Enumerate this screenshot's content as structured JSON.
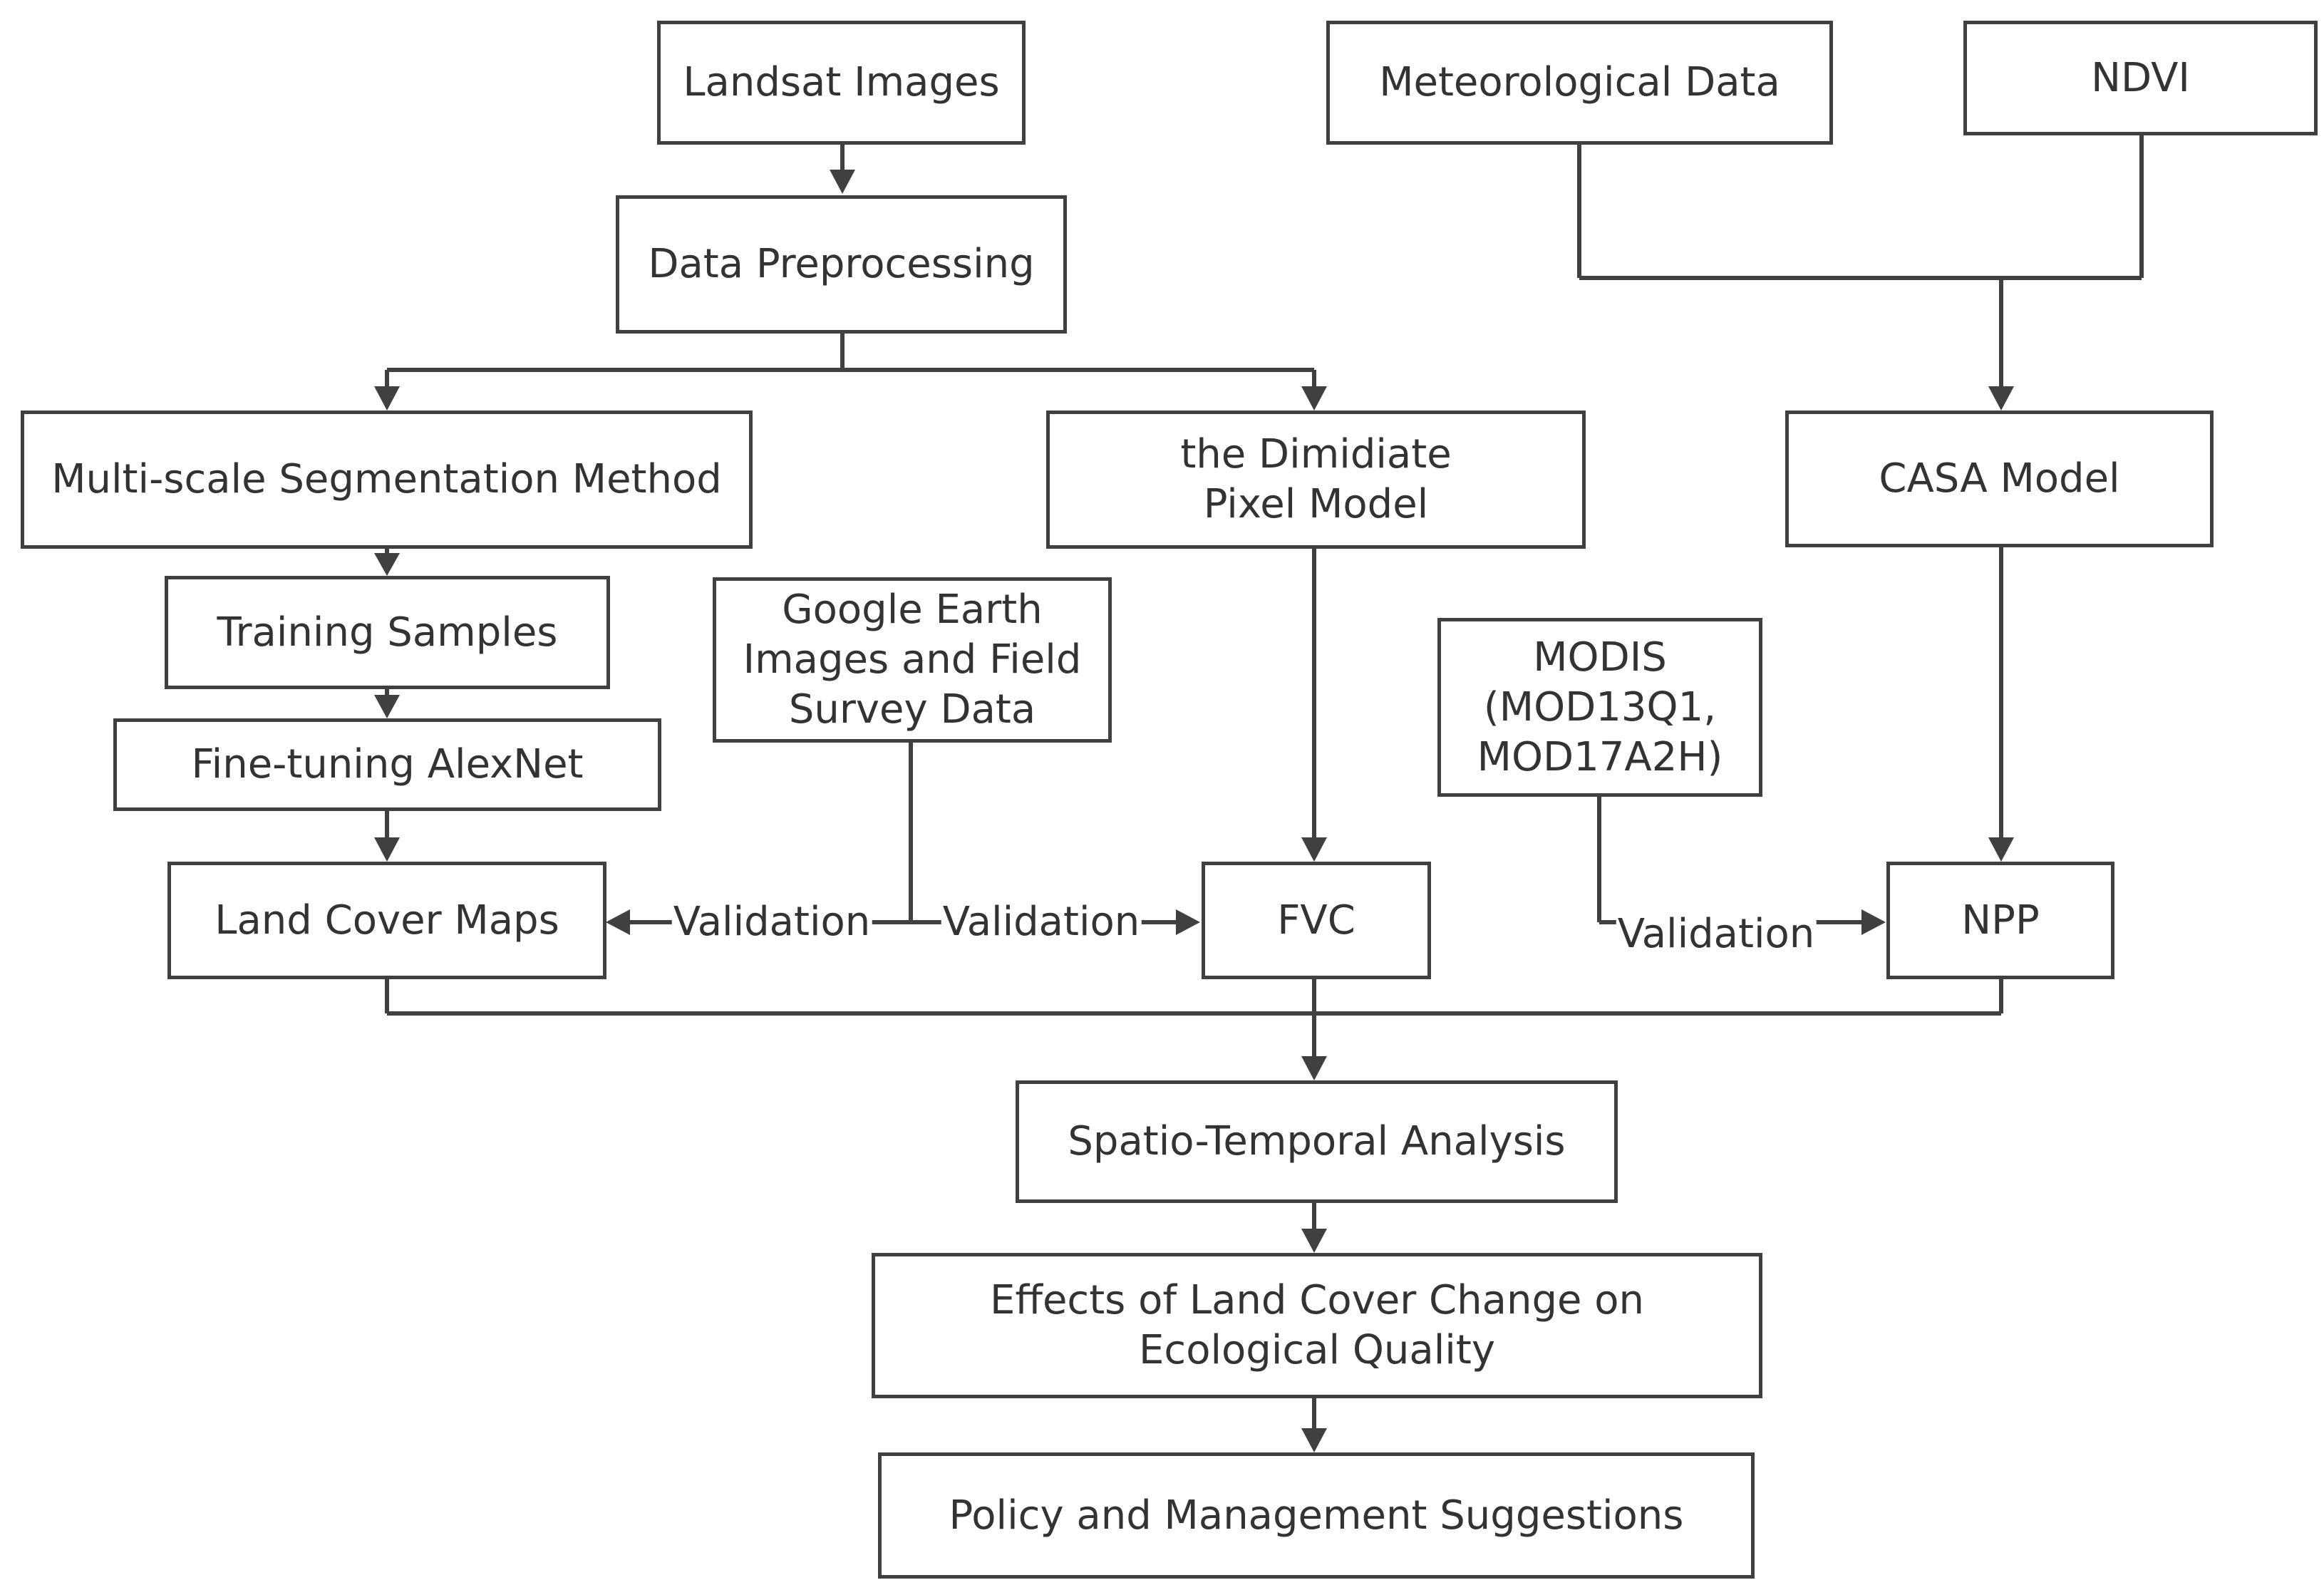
{
  "nodes": {
    "landsat_images": "Landsat Images",
    "data_preprocessing": "Data Preprocessing",
    "meteorological_data": "Meteorological Data",
    "ndvi": "NDVI",
    "multi_scale_segmentation": "Multi-scale Segmentation Method",
    "dimidiate_pixel_model": "the Dimidiate Pixel Model",
    "casa_model": "CASA Model",
    "training_samples": "Training Samples",
    "google_earth_field": "Google Earth Images and Field Survey Data",
    "modis": "MODIS (MOD13Q1, MOD17A2H)",
    "fine_tuning_alexnet": "Fine-tuning AlexNet",
    "land_cover_maps": "Land Cover Maps",
    "fvc": "FVC",
    "npp": "NPP",
    "spatio_temporal_analysis": "Spatio-Temporal Analysis",
    "effects_land_cover_change": "Effects of Land Cover Change on Ecological Quality",
    "policy_management": "Policy and Management Suggestions"
  },
  "edge_labels": {
    "validation_left": "Validation",
    "validation_right": "Validation",
    "validation_modis": "Validation"
  },
  "colors": {
    "line": "#404040",
    "text": "#333333",
    "background": "#ffffff"
  }
}
